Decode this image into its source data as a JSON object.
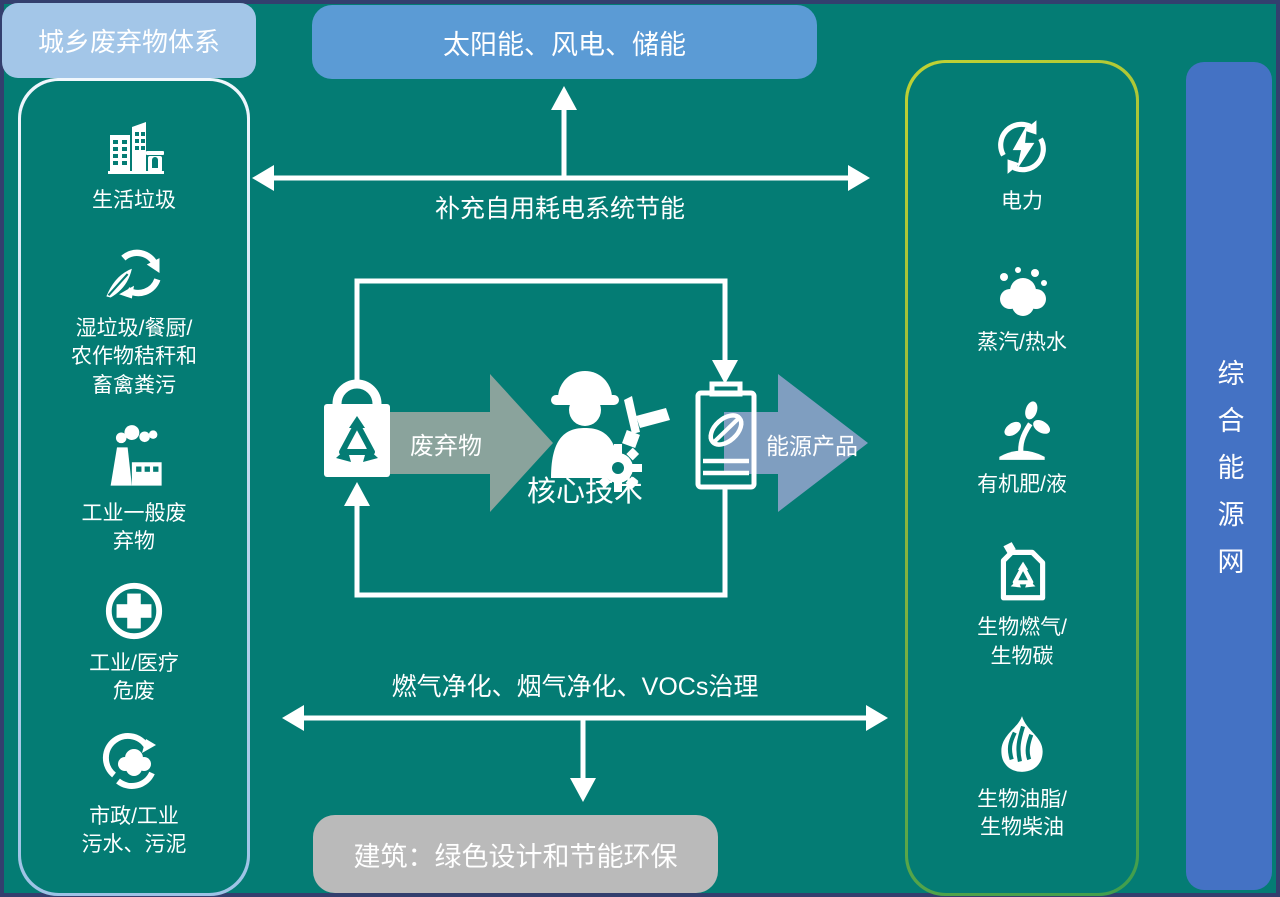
{
  "page": {
    "background_color": "#047c74",
    "frame_color": "#333f6e"
  },
  "top_left_label": {
    "text": "城乡废弃物体系",
    "bg": "#a3c6e8"
  },
  "top_box": {
    "text": "太阳能、风电、储能",
    "bg": "#5b9bd5"
  },
  "bottom_box": {
    "text": "建筑：绿色设计和节能环保",
    "bg": "#bababa"
  },
  "top_flow": {
    "label": "补充自用耗电系统节能"
  },
  "bottom_flow": {
    "label": "燃气净化、烟气净化、VOCs治理"
  },
  "left_panel": {
    "items": [
      {
        "icon": "city-waste-icon",
        "label": "生活垃圾"
      },
      {
        "icon": "wet-waste-recycle-icon",
        "label": "湿垃圾/餐厨/\n农作物秸秆和\n畜禽粪污"
      },
      {
        "icon": "factory-icon",
        "label": "工业一般废\n弃物"
      },
      {
        "icon": "medical-cross-icon",
        "label": "工业/医疗\n危废"
      },
      {
        "icon": "sewage-recycle-icon",
        "label": "市政/工业\n污水、污泥"
      }
    ]
  },
  "right_panel": {
    "border_colors": [
      "#c0d233",
      "#3f9e4e"
    ],
    "items": [
      {
        "icon": "electric-power-icon",
        "label": "电力"
      },
      {
        "icon": "steam-icon",
        "label": "蒸汽/热水"
      },
      {
        "icon": "organic-fertilizer-icon",
        "label": "有机肥/液"
      },
      {
        "icon": "biogas-icon",
        "label": "生物燃气/\n生物碳"
      },
      {
        "icon": "bio-oil-icon",
        "label": "生物油脂/\n生物柴油"
      }
    ]
  },
  "right_bar": {
    "text": "综合能源网",
    "bg": "#4472c4"
  },
  "center_diagram": {
    "waste_arrow_label": "废弃物",
    "core_tech_label": "核心技术",
    "energy_arrow_label": "能源产品",
    "waste_arrow_color": "#8aa39c",
    "energy_arrow_color": "#7f9ec0"
  }
}
